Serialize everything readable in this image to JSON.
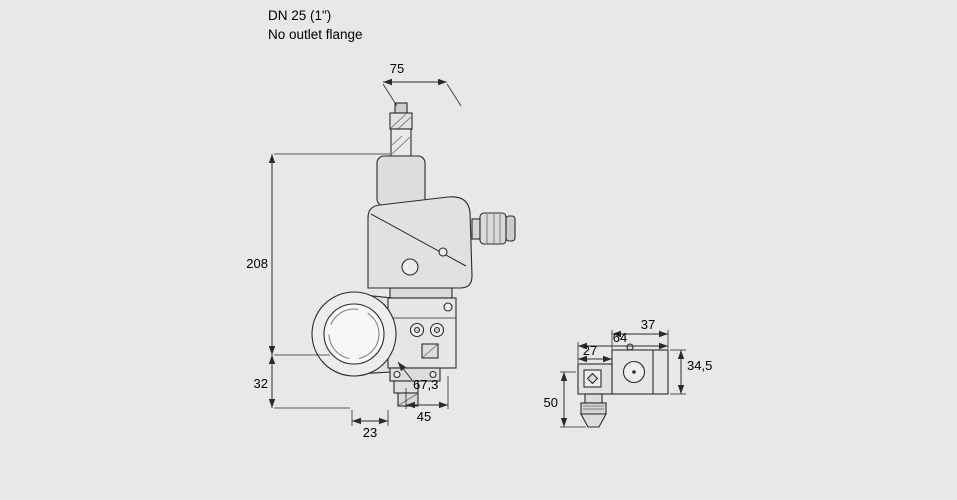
{
  "background": "#e8e8e8",
  "line_color": "#2b2b2b",
  "title": {
    "line1": "DN 25 (1\")",
    "line2": "No outlet flange"
  },
  "main_view": {
    "dim_width_top": "75",
    "dim_height_upper": "208",
    "dim_height_lower": "32",
    "dim_bottom_left": "23",
    "dim_bottom_right": "45",
    "dim_diagonal": "67,3"
  },
  "side_view": {
    "dim_width_coil": "37",
    "dim_width_total": "64",
    "dim_width_flange": "27",
    "dim_height_body": "34,5",
    "dim_height_total": "50"
  }
}
